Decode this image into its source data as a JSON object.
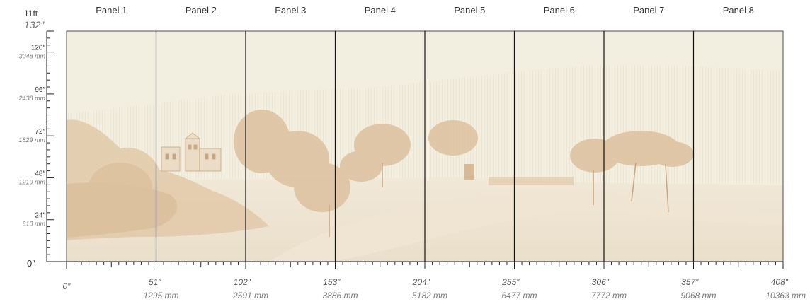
{
  "panels": [
    "Panel 1",
    "Panel 2",
    "Panel 3",
    "Panel 4",
    "Panel 5",
    "Panel 6",
    "Panel 7",
    "Panel 8"
  ],
  "left_axis": {
    "top_ft": "11ft",
    "top_in": "132″",
    "zero": "0″",
    "marks": [
      {
        "value_in": 120,
        "in": "120″",
        "mm": "3048 mm"
      },
      {
        "value_in": 96,
        "in": "96″",
        "mm": "2438 mm"
      },
      {
        "value_in": 72,
        "in": "72″",
        "mm": "1829 mm"
      },
      {
        "value_in": 48,
        "in": "48″",
        "mm": "1219 mm"
      },
      {
        "value_in": 24,
        "in": "24″",
        "mm": "610 mm"
      }
    ]
  },
  "bottom_axis": {
    "zero": "0″",
    "marks": [
      {
        "value_in": 51,
        "in": "51″",
        "mm": "1295 mm"
      },
      {
        "value_in": 102,
        "in": "102″",
        "mm": "2591 mm"
      },
      {
        "value_in": 153,
        "in": "153″",
        "mm": "3886 mm"
      },
      {
        "value_in": 204,
        "in": "204″",
        "mm": "5182 mm"
      },
      {
        "value_in": 255,
        "in": "255″",
        "mm": "6477 mm"
      },
      {
        "value_in": 306,
        "in": "306″",
        "mm": "7772 mm"
      },
      {
        "value_in": 357,
        "in": "357″",
        "mm": "9068 mm"
      },
      {
        "value_in": 408,
        "in": "408″",
        "mm": "10363 mm"
      }
    ]
  },
  "total_width_in": 408,
  "total_height_in": 132,
  "colors": {
    "mural_bg": "#f3efe0",
    "sepia": "#d9bd98",
    "sepia_dark": "#c9a57c",
    "sky_lines": "#e8dfcd",
    "panel_line": "#111111",
    "ruler": "#222222"
  }
}
